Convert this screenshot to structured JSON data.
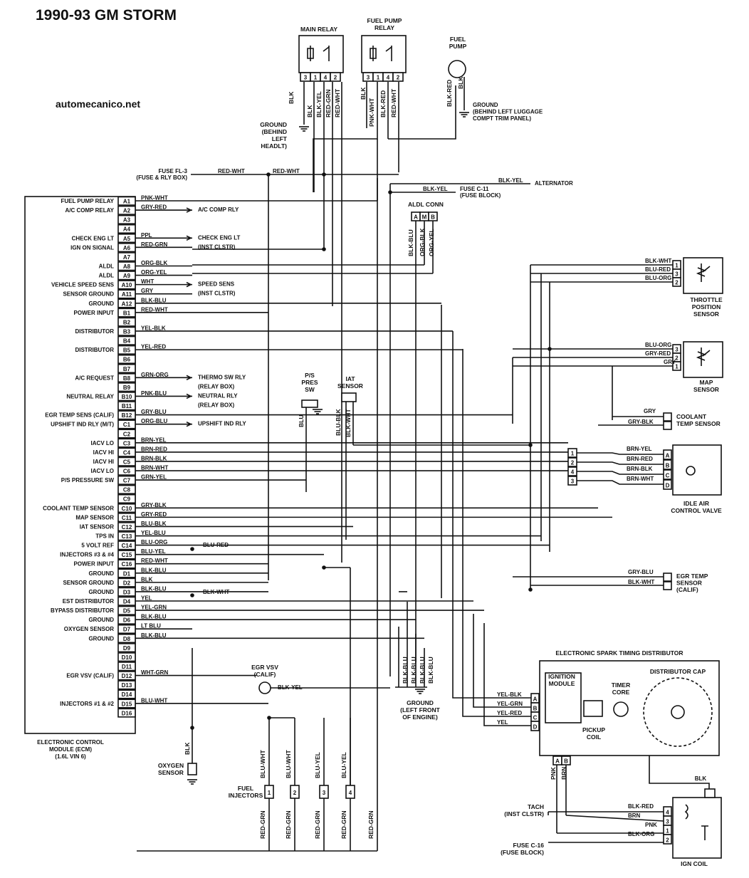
{
  "title": "1990-93 GM STORM",
  "site": "automecanico.net",
  "ecm": {
    "name_lines": [
      "ELECTRONIC CONTROL",
      "MODULE (ECM)",
      "(1.6L VIN 6)"
    ],
    "pins": [
      {
        "pin": "A1",
        "label": "FUEL PUMP RELAY",
        "wire": "PNK-WHT",
        "to": ""
      },
      {
        "pin": "A2",
        "label": "A/C COMP RELAY",
        "wire": "GRY-RED",
        "to": "A/C COMP RLY"
      },
      {
        "pin": "A3",
        "label": "",
        "wire": "",
        "to": ""
      },
      {
        "pin": "A4",
        "label": "",
        "wire": "",
        "to": ""
      },
      {
        "pin": "A5",
        "label": "CHECK ENG LT",
        "wire": "PPL",
        "to": "CHECK ENG LT"
      },
      {
        "pin": "A6",
        "label": "IGN ON SIGNAL",
        "wire": "RED-GRN",
        "to": "(INST CLSTR)"
      },
      {
        "pin": "A7",
        "label": "",
        "wire": "",
        "to": ""
      },
      {
        "pin": "A8",
        "label": "ALDL",
        "wire": "ORG-BLK",
        "to": ""
      },
      {
        "pin": "A9",
        "label": "ALDL",
        "wire": "ORG-YEL",
        "to": ""
      },
      {
        "pin": "A10",
        "label": "VEHICLE SPEED SENS",
        "wire": "WHT",
        "to": "SPEED SENS"
      },
      {
        "pin": "A11",
        "label": "SENSOR GROUND",
        "wire": "GRY",
        "to": "(INST CLSTR)"
      },
      {
        "pin": "A12",
        "label": "GROUND",
        "wire": "BLK-BLU",
        "to": ""
      },
      {
        "pin": "B1",
        "label": "POWER INPUT",
        "wire": "RED-WHT",
        "to": ""
      },
      {
        "pin": "B2",
        "label": "",
        "wire": "",
        "to": ""
      },
      {
        "pin": "B3",
        "label": "DISTRIBUTOR",
        "wire": "YEL-BLK",
        "to": ""
      },
      {
        "pin": "B4",
        "label": "",
        "wire": "",
        "to": ""
      },
      {
        "pin": "B5",
        "label": "DISTRIBUTOR",
        "wire": "YEL-RED",
        "to": ""
      },
      {
        "pin": "B6",
        "label": "",
        "wire": "",
        "to": ""
      },
      {
        "pin": "B7",
        "label": "",
        "wire": "",
        "to": ""
      },
      {
        "pin": "B8",
        "label": "A/C REQUEST",
        "wire": "GRN-ORG",
        "to": "THERMO SW RLY"
      },
      {
        "pin": "B9",
        "label": "",
        "wire": "",
        "to": "(RELAY BOX)"
      },
      {
        "pin": "B10",
        "label": "NEUTRAL RELAY",
        "wire": "PNK-BLU",
        "to": "NEUTRAL RLY"
      },
      {
        "pin": "B11",
        "label": "",
        "wire": "",
        "to": "(RELAY BOX)"
      },
      {
        "pin": "B12",
        "label": "EGR TEMP SENS (CALIF)",
        "wire": "GRY-BLU",
        "to": ""
      },
      {
        "pin": "C1",
        "label": "UPSHIFT IND RLY (M/T)",
        "wire": "ORG-BLU",
        "to": "UPSHIFT IND RLY"
      },
      {
        "pin": "C2",
        "label": "",
        "wire": "",
        "to": ""
      },
      {
        "pin": "C3",
        "label": "IACV LO",
        "wire": "BRN-YEL",
        "to": ""
      },
      {
        "pin": "C4",
        "label": "IACV HI",
        "wire": "BRN-RED",
        "to": ""
      },
      {
        "pin": "C5",
        "label": "IACV HI",
        "wire": "BRN-BLK",
        "to": ""
      },
      {
        "pin": "C6",
        "label": "IACV LO",
        "wire": "BRN-WHT",
        "to": ""
      },
      {
        "pin": "C7",
        "label": "P/S PRESSURE SW",
        "wire": "GRN-YEL",
        "to": ""
      },
      {
        "pin": "C8",
        "label": "",
        "wire": "",
        "to": ""
      },
      {
        "pin": "C9",
        "label": "",
        "wire": "",
        "to": ""
      },
      {
        "pin": "C10",
        "label": "COOLANT TEMP SENSOR",
        "wire": "GRY-BLK",
        "to": ""
      },
      {
        "pin": "C11",
        "label": "MAP SENSOR",
        "wire": "GRY-RED",
        "to": ""
      },
      {
        "pin": "C12",
        "label": "IAT SENSOR",
        "wire": "BLU-BLK",
        "to": ""
      },
      {
        "pin": "C13",
        "label": "TPS IN",
        "wire": "YEL-BLU",
        "to": ""
      },
      {
        "pin": "C14",
        "label": "5 VOLT REF",
        "wire": "BLU-ORG",
        "to": ""
      },
      {
        "pin": "C15",
        "label": "INJECTORS #3 & #4",
        "wire": "BLU-YEL",
        "to": ""
      },
      {
        "pin": "C16",
        "label": "POWER INPUT",
        "wire": "RED-WHT",
        "to": ""
      },
      {
        "pin": "D1",
        "label": "GROUND",
        "wire": "BLK-BLU",
        "to": ""
      },
      {
        "pin": "D2",
        "label": "SENSOR GROUND",
        "wire": "BLK",
        "to": ""
      },
      {
        "pin": "D3",
        "label": "GROUND",
        "wire": "BLK-BLU",
        "to": ""
      },
      {
        "pin": "D4",
        "label": "EST DISTRIBUTOR",
        "wire": "YEL",
        "to": ""
      },
      {
        "pin": "D5",
        "label": "BYPASS DISTRIBUTOR",
        "wire": "YEL-GRN",
        "to": ""
      },
      {
        "pin": "D6",
        "label": "GROUND",
        "wire": "BLK-BLU",
        "to": ""
      },
      {
        "pin": "D7",
        "label": "OXYGEN SENSOR",
        "wire": "LT BLU",
        "to": ""
      },
      {
        "pin": "D8",
        "label": "GROUND",
        "wire": "BLK-BLU",
        "to": ""
      },
      {
        "pin": "D9",
        "label": "",
        "wire": "",
        "to": ""
      },
      {
        "pin": "D10",
        "label": "",
        "wire": "",
        "to": ""
      },
      {
        "pin": "D11",
        "label": "",
        "wire": "",
        "to": ""
      },
      {
        "pin": "D12",
        "label": "EGR VSV (CALIF)",
        "wire": "WHT-GRN",
        "to": ""
      },
      {
        "pin": "D13",
        "label": "",
        "wire": "",
        "to": ""
      },
      {
        "pin": "D14",
        "label": "",
        "wire": "",
        "to": ""
      },
      {
        "pin": "D15",
        "label": "INJECTORS #1 & #2",
        "wire": "BLU-WHT",
        "to": ""
      },
      {
        "pin": "D16",
        "label": "",
        "wire": "",
        "to": ""
      }
    ]
  },
  "main_relay": {
    "label": [
      "MAIN RELAY"
    ],
    "pins": [
      "3",
      "1",
      "4",
      "2"
    ],
    "wires": [
      "BLK",
      "BLK",
      "BLK-YEL",
      "RED-GRN",
      "RED-WHT"
    ]
  },
  "fuel_pump_relay": {
    "label": [
      "FUEL PUMP",
      "RELAY"
    ],
    "pins": [
      "3",
      "1",
      "4",
      "2"
    ],
    "wires": [
      "BLK",
      "PNK-WHT",
      "BLK-RED",
      "RED-WHT"
    ]
  },
  "fuel_pump": {
    "label": [
      "FUEL",
      "PUMP"
    ],
    "wires": [
      "BLK-RED",
      "BLK"
    ],
    "ground": [
      "GROUND",
      "(BEHIND LEFT LUGGAGE",
      "COMPT TRIM PANEL)"
    ]
  },
  "ground_headlt": [
    "GROUND",
    "(BEHIND",
    "LEFT",
    "HEADLT)"
  ],
  "fuse_fl3": {
    "label": [
      "FUSE FL-3",
      "(FUSE & RLY BOX)"
    ],
    "wire": "RED-WHT",
    "wire2": "RED-WHT"
  },
  "fuse_c11": {
    "label": [
      "FUSE C-11",
      "(FUSE BLOCK)"
    ],
    "wire": "BLK-YEL",
    "alt_wire": "BLK-YEL",
    "alt_label": "ALTERNATOR"
  },
  "aldl": {
    "label": "ALDL CONN",
    "pins": [
      "A",
      "M",
      "B"
    ],
    "wires": [
      "BLK-BLU",
      "ORG-BLK",
      "ORG-YEL"
    ]
  },
  "tps": {
    "label": [
      "THROTTLE",
      "POSITION",
      "SENSOR"
    ],
    "pins": [
      "1",
      "3",
      "2"
    ],
    "wires": [
      "BLK-WHT",
      "BLU-RED",
      "BLU-ORG"
    ]
  },
  "map": {
    "label": [
      "MAP",
      "SENSOR"
    ],
    "pins": [
      "3",
      "2",
      "1"
    ],
    "wires": [
      "BLU-ORG",
      "GRY-RED",
      "GRY"
    ]
  },
  "coolant": {
    "label": [
      "COOLANT",
      "TEMP SENSOR"
    ],
    "wires": [
      "GRY",
      "GRY-BLK"
    ]
  },
  "ps_sw": {
    "label": [
      "P/S",
      "PRES",
      "SW"
    ],
    "wire": "BLU"
  },
  "iat": {
    "label": [
      "IAT",
      "SENSOR"
    ],
    "wires": [
      "BLU-BLK",
      "BLK-WHT"
    ]
  },
  "iacv": {
    "label": [
      "IDLE AIR",
      "CONTROL VALVE"
    ],
    "conn_pins": [
      "1",
      "2",
      "4",
      "3"
    ],
    "pins": [
      "A",
      "B",
      "C",
      "D"
    ],
    "wires": [
      "BRN-YEL",
      "BRN-RED",
      "BRN-BLK",
      "BRN-WHT"
    ]
  },
  "egr_temp": {
    "label": [
      "EGR TEMP",
      "SENSOR",
      "(CALIF)"
    ],
    "wires": [
      "GRY-BLU",
      "BLK-WHT"
    ]
  },
  "misc_wires": {
    "c13_ext": "BLU-RED",
    "d2_ext": "BLK-WHT"
  },
  "egr_vsv": {
    "label": [
      "EGR VSV",
      "(CALIF)"
    ],
    "wire": "BLK-YEL"
  },
  "ground_engine": {
    "label": [
      "GROUND",
      "(LEFT FRONT",
      "OF ENGINE)"
    ],
    "wires": [
      "BLK-BLU",
      "BLK-BLU",
      "BLK-BLU",
      "BLK-BLU"
    ]
  },
  "oxygen": {
    "label": [
      "OXYGEN",
      "SENSOR"
    ],
    "wire": "BLK"
  },
  "injectors": {
    "label": [
      "FUEL",
      "INJECTORS"
    ],
    "nums": [
      "1",
      "2",
      "3",
      "4"
    ],
    "top_wires": [
      "BLU-WHT",
      "BLU-WHT",
      "BLU-YEL",
      "BLU-YEL"
    ],
    "bottom_wires": [
      "RED-GRN",
      "RED-GRN",
      "RED-GRN",
      "RED-GRN",
      "RED-GRN"
    ]
  },
  "distributor": {
    "title": "ELECTRONIC SPARK TIMING DISTRIBUTOR",
    "module": [
      "IGNITION",
      "MODULE"
    ],
    "pickup": [
      "PICKUP",
      "COIL"
    ],
    "timer": [
      "TIMER",
      "CORE"
    ],
    "cap": "DISTRIBUTOR CAP",
    "pins": [
      "A",
      "B",
      "C",
      "D"
    ],
    "wires": [
      "YEL-BLK",
      "YEL-GRN",
      "YEL-RED",
      "YEL"
    ],
    "bottom_pins": [
      "A",
      "B"
    ],
    "bottom_wires": [
      "PNK",
      "BRN"
    ]
  },
  "ign_coil": {
    "label": "IGN COIL",
    "pins": [
      "4",
      "3",
      "1",
      "2"
    ],
    "wires": [
      "BLK-RED",
      "BRN",
      "PNK",
      "BLK-ORG"
    ],
    "top_wire": "BLK"
  },
  "tach": {
    "label": [
      "TACH",
      "(INST CLSTR)"
    ]
  },
  "fuse_c16": {
    "label": [
      "FUSE C-16",
      "(FUSE BLOCK)"
    ]
  }
}
